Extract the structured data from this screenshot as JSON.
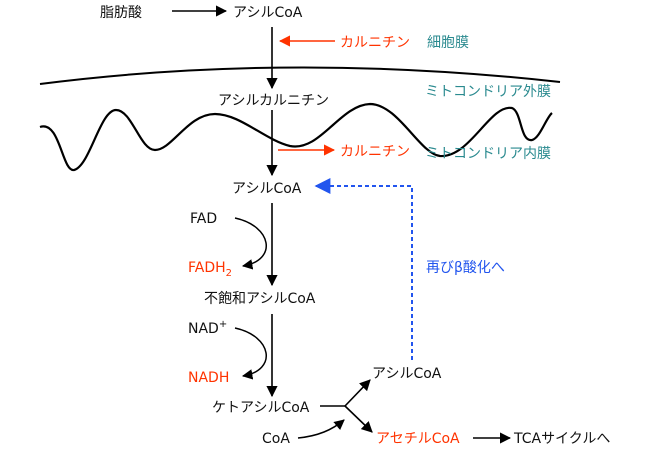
{
  "colors": {
    "text": "#111111",
    "accent_red": "#ff3300",
    "membrane_label": "#2a8a8f",
    "loop_blue": "#2255ee",
    "arrow": "#000000"
  },
  "labels": {
    "fatty_acid": "脂肪酸",
    "acyl_coa_top": "アシルCoA",
    "carnitine_in": "カルニチン",
    "cell_membrane": "細胞膜",
    "mito_outer_membrane": "ミトコンドリア外膜",
    "acyl_carnitine": "アシルカルニチン",
    "carnitine_out": "カルニチン",
    "mito_inner_membrane": "ミトコンドリア内膜",
    "acyl_coa_matrix": "アシルCoA",
    "fad": "FAD",
    "fadh2": "FADH",
    "fadh2_sub": "2",
    "unsaturated_acyl_coa": "不飽和アシルCoA",
    "nad": "NAD",
    "nad_sup": "+",
    "nadh": "NADH",
    "keto_acyl_coa": "ケトアシルCoA",
    "acyl_coa_product": "アシルCoA",
    "coa": "CoA",
    "acetyl_coa": "アセチルCoA",
    "to_tca": "TCAサイクルへ",
    "beta_oxidation_again": "再びβ酸化へ"
  }
}
